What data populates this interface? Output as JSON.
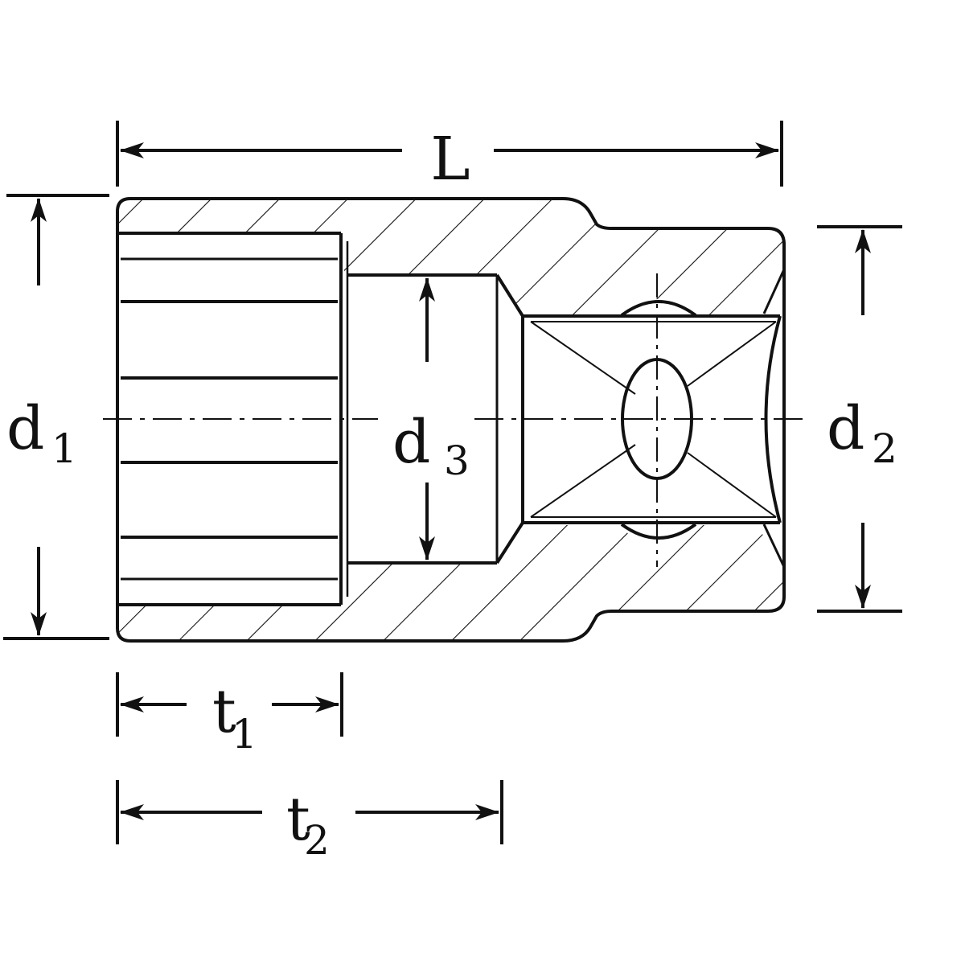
{
  "labels": {
    "L": "L",
    "d1": "d",
    "d1_sub": "1",
    "d2": "d",
    "d2_sub": "2",
    "d3": "d",
    "d3_sub": "3",
    "t1": "t",
    "t1_sub": "1",
    "t2": "t",
    "t2_sub": "2"
  },
  "colors": {
    "line": "#111111",
    "background": "#ffffff"
  }
}
